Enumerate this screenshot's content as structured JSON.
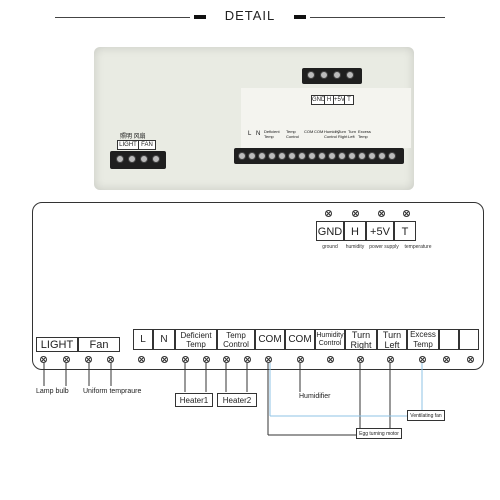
{
  "header": {
    "title": "DETAIL"
  },
  "photo": {
    "small_label_top": "照明 风扇",
    "small_labels": [
      "LIGHT",
      "FAN"
    ],
    "top_block_labels": [
      "GND",
      "H",
      "+5V",
      "T"
    ],
    "row_labels": [
      "L",
      "N",
      "Deficient Temp",
      "Temp Control",
      "COM",
      "COM",
      "Humidity Control",
      "Turn Right",
      "Turn Left",
      "Excess Temp"
    ]
  },
  "diagram": {
    "top_terminals": [
      {
        "label": "GND",
        "caption": "ground"
      },
      {
        "label": "H",
        "caption": "humidity"
      },
      {
        "label": "+5V",
        "caption": "power supply"
      },
      {
        "label": "T",
        "caption": "temperature"
      }
    ],
    "light_fan": [
      "LIGHT",
      "Fan"
    ],
    "row": [
      "L",
      "N",
      "Deficient Temp",
      "Temp Control",
      "COM",
      "COM",
      "Humidity Control",
      "Turn Right",
      "Turn Left",
      "Excess Temp",
      "",
      ""
    ],
    "bottom_labels": {
      "lamp": "Lamp bulb",
      "uniform": "Uniform tempraure",
      "heater1": "Heater1",
      "heater2": "Heater2",
      "humidifier": "Humidifier",
      "ventilating": "Ventilating fan",
      "egg": "Egg turning motor"
    },
    "accent_color": "#8fc3e6"
  }
}
